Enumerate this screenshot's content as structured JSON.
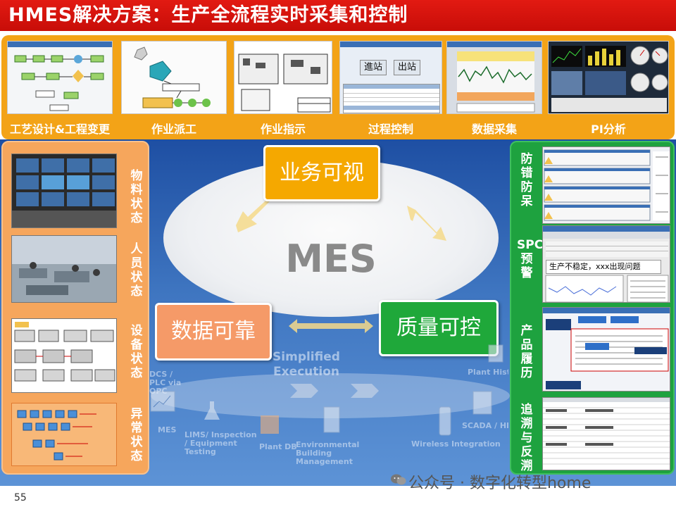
{
  "slide": {
    "title": "HMES解决方案：生产全流程实时采集和控制",
    "page_number": "55",
    "watermark": "公众号 · 数字化转型home"
  },
  "top_panel": {
    "items": [
      {
        "label": "工艺设计&工程变更"
      },
      {
        "label": "作业派工"
      },
      {
        "label": "作业指示"
      },
      {
        "label": "过程控制",
        "screen_buttons": [
          "進站",
          "出站"
        ]
      },
      {
        "label": "数据采集"
      },
      {
        "label": "PI分析"
      }
    ]
  },
  "left_panel": {
    "items": [
      {
        "label": "物料状态"
      },
      {
        "label": "人员状态"
      },
      {
        "label": "设备状态"
      },
      {
        "label": "异常状态"
      }
    ]
  },
  "right_panel": {
    "items": [
      {
        "label": "防错防呆"
      },
      {
        "label": "SPC预警",
        "note": "生产不稳定，xxx出现问题"
      },
      {
        "label": "产品履历"
      },
      {
        "label": "追溯与反溯"
      }
    ]
  },
  "center": {
    "core_label": "MES",
    "box_top": "业务可视",
    "box_left": "数据可靠",
    "box_right": "质量可控",
    "simplified": "Simplified Execution",
    "faint_labels": [
      "DCS / PLC via OPC",
      "MES",
      "LIMS/ Inspection / Equipment Testing",
      "Plant DB",
      "Environmental Building Management",
      "Wireless Integration",
      "SCADA / HMI",
      "Plant Historian"
    ]
  },
  "colors": {
    "title_red": "#d4140c",
    "top_orange": "#f3a317",
    "left_salmon": "#f6a65c",
    "right_green": "#1ea23f",
    "box_orange": "#f5a800",
    "box_salmon": "#f59a68",
    "box_green": "#1fa83a"
  }
}
